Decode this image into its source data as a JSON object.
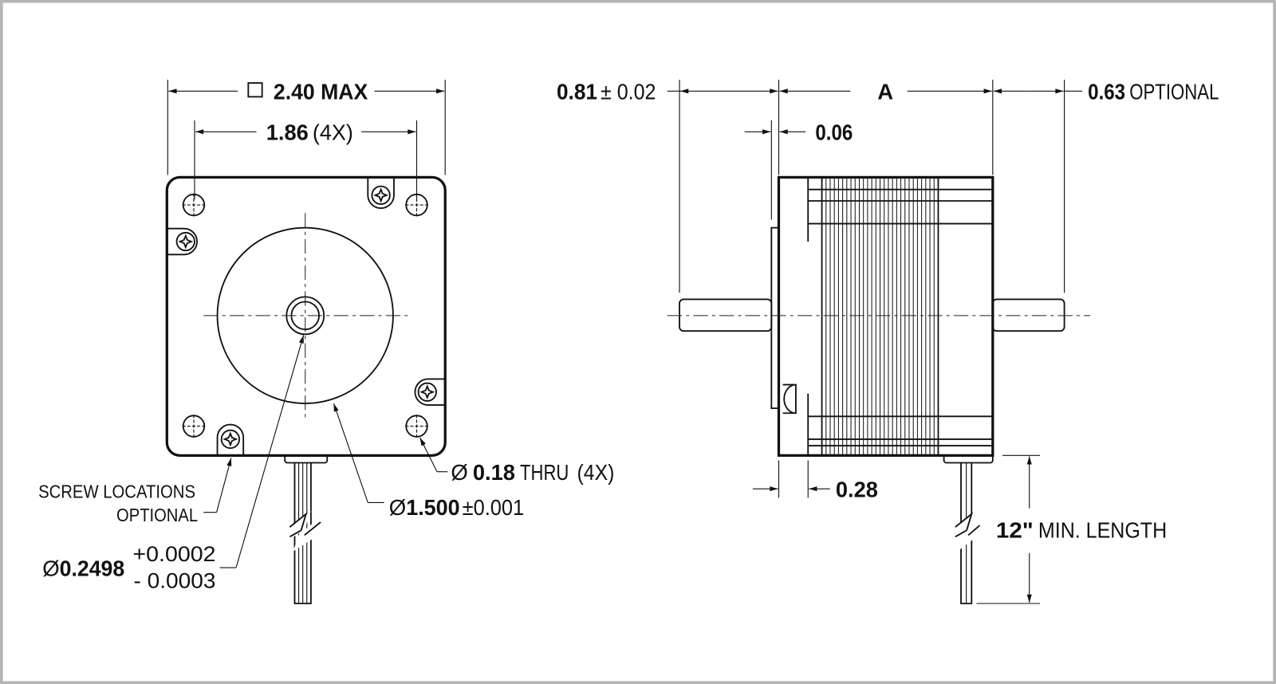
{
  "colors": {
    "line": "#111111",
    "frame": "#b5b5b5",
    "background": "#ffffff"
  },
  "front_view": {
    "square_symbol": "□",
    "frame_size_value": "2.40 MAX",
    "hole_spacing_value": "1.86",
    "hole_spacing_qty": "(4X)",
    "screw_note_line1": "SCREW LOCATIONS",
    "screw_note_line2": "OPTIONAL",
    "hole_dia_symbol": "Ø",
    "hole_dia_value": "0.18",
    "hole_dia_note": "THRU",
    "hole_dia_qty": "(4X)",
    "pilot_dia_symbol": "Ø",
    "pilot_dia_value": "1.500",
    "pilot_dia_tol": "±0.001",
    "shaft_dia_symbol": "Ø",
    "shaft_dia_value": "0.2498",
    "shaft_tol_plus": "+0.0002",
    "shaft_tol_minus": "- 0.0003"
  },
  "side_view": {
    "front_shaft_value": "0.81",
    "front_shaft_tol": "± 0.02",
    "body_length_label": "A",
    "rear_shaft_value": "0.63",
    "rear_shaft_note": "OPTIONAL",
    "pilot_depth_value": "0.06",
    "endcap_value": "0.28",
    "lead_length_value": "12\"",
    "lead_length_note": "MIN. LENGTH"
  }
}
